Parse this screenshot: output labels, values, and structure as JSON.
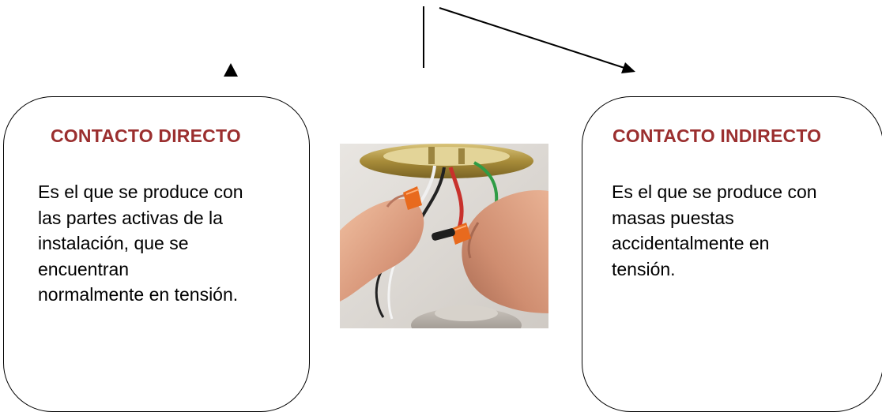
{
  "colors": {
    "title_color": "#9b2f2f",
    "line_color": "#000000",
    "box_border": "#000000"
  },
  "diagram": {
    "left_box": {
      "title": "CONTACTO DIRECTO",
      "lines": [
        "Es el que se produce con",
        "las partes activas de la",
        "instalación, que se",
        "encuentran",
        "normalmente en tensión."
      ]
    },
    "right_box": {
      "title": "CONTACTO INDIRECTO",
      "lines": [
        "Es el que se produce con",
        "masas puestas",
        "accidentalmente en",
        "tensión."
      ]
    },
    "photo": {
      "subject": "hands-connecting-electrical-wires"
    }
  }
}
